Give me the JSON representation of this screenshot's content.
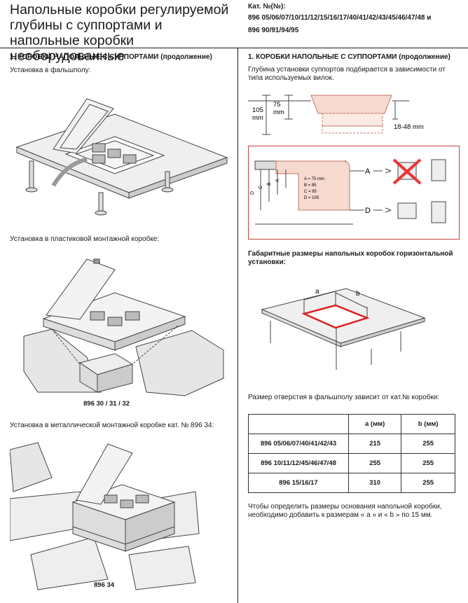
{
  "header": {
    "title_lines": [
      "Напольные коробки регулируемой",
      "глубины с суппортами и",
      "напольные коробки необорудованные"
    ],
    "cat_label": "Кат. №(№):",
    "cat_lines": [
      "896 05/06/07/10/11/12/15/16/17/40/41/42/43/45/46/47/48 и",
      "896 90/91/94/95"
    ]
  },
  "left": {
    "section_title": "1. КОРОБКИ НАПОЛЬНЫЕ С СУППОРТАМИ (продолжение)",
    "cap1": "Установка в фальшполу:",
    "cap2": "Установка в пластиковой монтажной коробке:",
    "ref2": "896 30 / 31 / 32",
    "cap3": "Установка в металлической монтажной коробке кат. № 896 34:",
    "ref3": "896 34"
  },
  "right": {
    "section_title": "1. КОРОБКИ НАПОЛЬНЫЕ С СУППОРТАМИ (продолжение)",
    "intro_lines": [
      "Глубина установки суппортов подбирается в зависимости от",
      "типа используемых вилок."
    ],
    "fig1": {
      "dim_105": "105",
      "dim_75": "75",
      "unit_mm": "mm",
      "range": "18-48 mm"
    },
    "fig2": {
      "legend": [
        "A = 75 mm",
        "B = 85",
        "C = 95",
        "D = 105"
      ],
      "plug_a": "A",
      "plug_d": "D",
      "axis_letters": [
        "D",
        "C",
        "B",
        "A"
      ]
    },
    "dims_title_lines": [
      "Габаритные размеры напольных коробок горизонтальной",
      "установки:"
    ],
    "dim_a": "a",
    "dim_b": "b",
    "hole_text": "Размер отверстия в фальшполу зависит от кат.№ коробки:",
    "table": {
      "headers": [
        "",
        "a (мм)",
        "b (мм)"
      ],
      "rows": [
        [
          "896 05/06/07/40/41/42/43",
          "215",
          "255"
        ],
        [
          "896 10/11/12/45/46/47/48",
          "255",
          "255"
        ],
        [
          "896 15/16/17",
          "310",
          "255"
        ]
      ]
    },
    "footer_lines": [
      "Чтобы определить размеры основания напольной коробки,",
      "необходимо добавить к размерам « a » и « b » по 15 мм."
    ]
  }
}
